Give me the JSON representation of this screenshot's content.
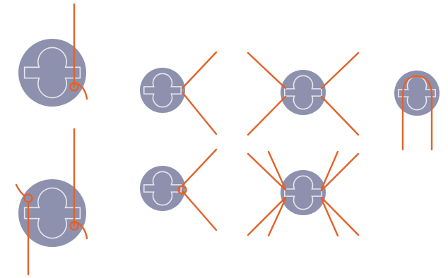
{
  "colors": {
    "background": "#ffffff",
    "disc_fill": "#8e91ad",
    "disc_inner_line": "#e6e7ef",
    "cord": "#e2622a"
  },
  "figures": [
    {
      "name": "disc-single-vertical-cord-knotted"
    },
    {
      "name": "disc-two-cords-diverging"
    },
    {
      "name": "disc-four-cords-crossing"
    },
    {
      "name": "disc-looped-cord-two-ends"
    },
    {
      "name": "disc-single-vertical-cord-two-knots"
    },
    {
      "name": "disc-two-cords-diverging-knotted"
    },
    {
      "name": "disc-eight-cords-fanned"
    }
  ]
}
